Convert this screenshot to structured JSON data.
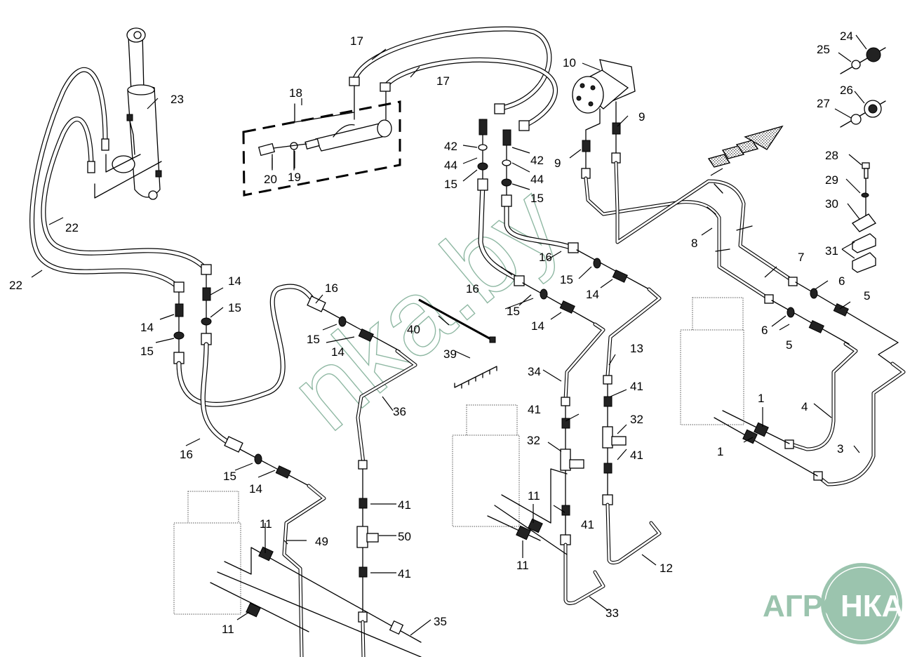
{
  "diagram": {
    "type": "exploded hydraulic parts diagram",
    "callouts": [
      {
        "id": "c1a",
        "label": "1"
      },
      {
        "id": "c1b",
        "label": "1"
      },
      {
        "id": "c3",
        "label": "3"
      },
      {
        "id": "c4",
        "label": "4"
      },
      {
        "id": "c5a",
        "label": "5"
      },
      {
        "id": "c5b",
        "label": "5"
      },
      {
        "id": "c6a",
        "label": "6"
      },
      {
        "id": "c6b",
        "label": "6"
      },
      {
        "id": "c7",
        "label": "7"
      },
      {
        "id": "c8",
        "label": "8"
      },
      {
        "id": "c9a",
        "label": "9"
      },
      {
        "id": "c9b",
        "label": "9"
      },
      {
        "id": "c10",
        "label": "10"
      },
      {
        "id": "c11a",
        "label": "11"
      },
      {
        "id": "c11b",
        "label": "11"
      },
      {
        "id": "c11c",
        "label": "11"
      },
      {
        "id": "c11d",
        "label": "11"
      },
      {
        "id": "c12",
        "label": "12"
      },
      {
        "id": "c13",
        "label": "13"
      },
      {
        "id": "c14a",
        "label": "14"
      },
      {
        "id": "c14b",
        "label": "14"
      },
      {
        "id": "c14c",
        "label": "14"
      },
      {
        "id": "c14d",
        "label": "14"
      },
      {
        "id": "c14e",
        "label": "14"
      },
      {
        "id": "c14f",
        "label": "14"
      },
      {
        "id": "c15a",
        "label": "15"
      },
      {
        "id": "c15b",
        "label": "15"
      },
      {
        "id": "c15c",
        "label": "15"
      },
      {
        "id": "c15d",
        "label": "15"
      },
      {
        "id": "c15e",
        "label": "15"
      },
      {
        "id": "c15f",
        "label": "15"
      },
      {
        "id": "c15g",
        "label": "15"
      },
      {
        "id": "c15h",
        "label": "15"
      },
      {
        "id": "c16a",
        "label": "16"
      },
      {
        "id": "c16b",
        "label": "16"
      },
      {
        "id": "c16c",
        "label": "16"
      },
      {
        "id": "c16d",
        "label": "16"
      },
      {
        "id": "c17a",
        "label": "17"
      },
      {
        "id": "c17b",
        "label": "17"
      },
      {
        "id": "c18",
        "label": "18"
      },
      {
        "id": "c19",
        "label": "19"
      },
      {
        "id": "c20",
        "label": "20"
      },
      {
        "id": "c22a",
        "label": "22"
      },
      {
        "id": "c22b",
        "label": "22"
      },
      {
        "id": "c23",
        "label": "23"
      },
      {
        "id": "c24",
        "label": "24"
      },
      {
        "id": "c25",
        "label": "25"
      },
      {
        "id": "c26",
        "label": "26"
      },
      {
        "id": "c27",
        "label": "27"
      },
      {
        "id": "c28",
        "label": "28"
      },
      {
        "id": "c29",
        "label": "29"
      },
      {
        "id": "c30",
        "label": "30"
      },
      {
        "id": "c31",
        "label": "31"
      },
      {
        "id": "c32a",
        "label": "32"
      },
      {
        "id": "c32b",
        "label": "32"
      },
      {
        "id": "c33",
        "label": "33"
      },
      {
        "id": "c34",
        "label": "34"
      },
      {
        "id": "c35",
        "label": "35"
      },
      {
        "id": "c36",
        "label": "36"
      },
      {
        "id": "c39",
        "label": "39"
      },
      {
        "id": "c40",
        "label": "40"
      },
      {
        "id": "c41a",
        "label": "41"
      },
      {
        "id": "c41b",
        "label": "41"
      },
      {
        "id": "c41c",
        "label": "41"
      },
      {
        "id": "c41d",
        "label": "41"
      },
      {
        "id": "c41e",
        "label": "41"
      },
      {
        "id": "c41f",
        "label": "41"
      },
      {
        "id": "c42a",
        "label": "42"
      },
      {
        "id": "c42b",
        "label": "42"
      },
      {
        "id": "c44a",
        "label": "44"
      },
      {
        "id": "c44b",
        "label": "44"
      },
      {
        "id": "c49",
        "label": "49"
      },
      {
        "id": "c50",
        "label": "50"
      }
    ]
  },
  "watermark": {
    "text": "nka.by",
    "color": "#8fb8a3"
  },
  "logo": {
    "left_text": "АГРО",
    "right_text": "НКА",
    "color": "#9bc4ae"
  },
  "direction_arrow": {
    "icon": "forward-direction-arrow"
  }
}
